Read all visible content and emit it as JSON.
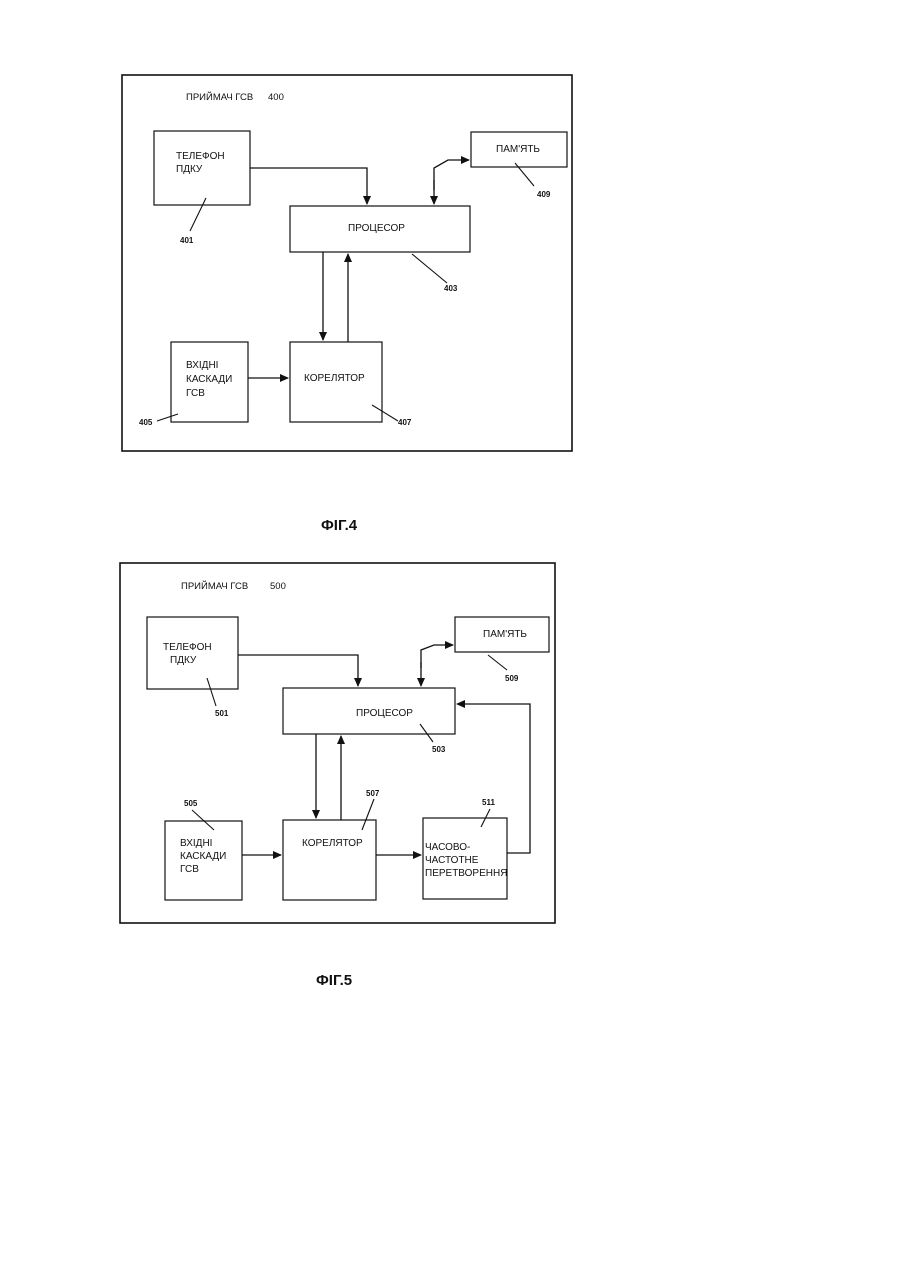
{
  "fig4": {
    "title": "ПРИЙМАЧ ГСВ",
    "title_ref": "400",
    "caption": "ФІГ.4",
    "blocks": {
      "phone": [
        "ТЕЛЕФОН",
        "ПДКУ"
      ],
      "memory": [
        "ПАМ'ЯТЬ"
      ],
      "processor": [
        "ПРОЦЕСОР"
      ],
      "frontend": [
        "ВХІДНІ",
        "КАСКАДИ",
        "ГСВ"
      ],
      "correlator": [
        "КОРЕЛЯТОР"
      ]
    },
    "refs": {
      "phone": "401",
      "processor": "403",
      "frontend": "405",
      "correlator": "407",
      "memory": "409"
    }
  },
  "fig5": {
    "title": "ПРИЙМАЧ ГСВ",
    "title_ref": "500",
    "caption": "ФІГ.5",
    "blocks": {
      "phone": [
        "ТЕЛЕФОН",
        "ПДКУ"
      ],
      "memory": [
        "ПАМ'ЯТЬ"
      ],
      "processor": [
        "ПРОЦЕСОР"
      ],
      "frontend": [
        "ВХІДНІ",
        "КАСКАДИ",
        "ГСВ"
      ],
      "correlator": [
        "КОРЕЛЯТОР"
      ],
      "tft": [
        "ЧАСОВО-",
        "ЧАСТОТНЕ",
        "ПЕРЕТВОРЕННЯ"
      ]
    },
    "refs": {
      "phone": "501",
      "processor": "503",
      "frontend": "505",
      "correlator": "507",
      "memory": "509",
      "tft": "511"
    }
  }
}
